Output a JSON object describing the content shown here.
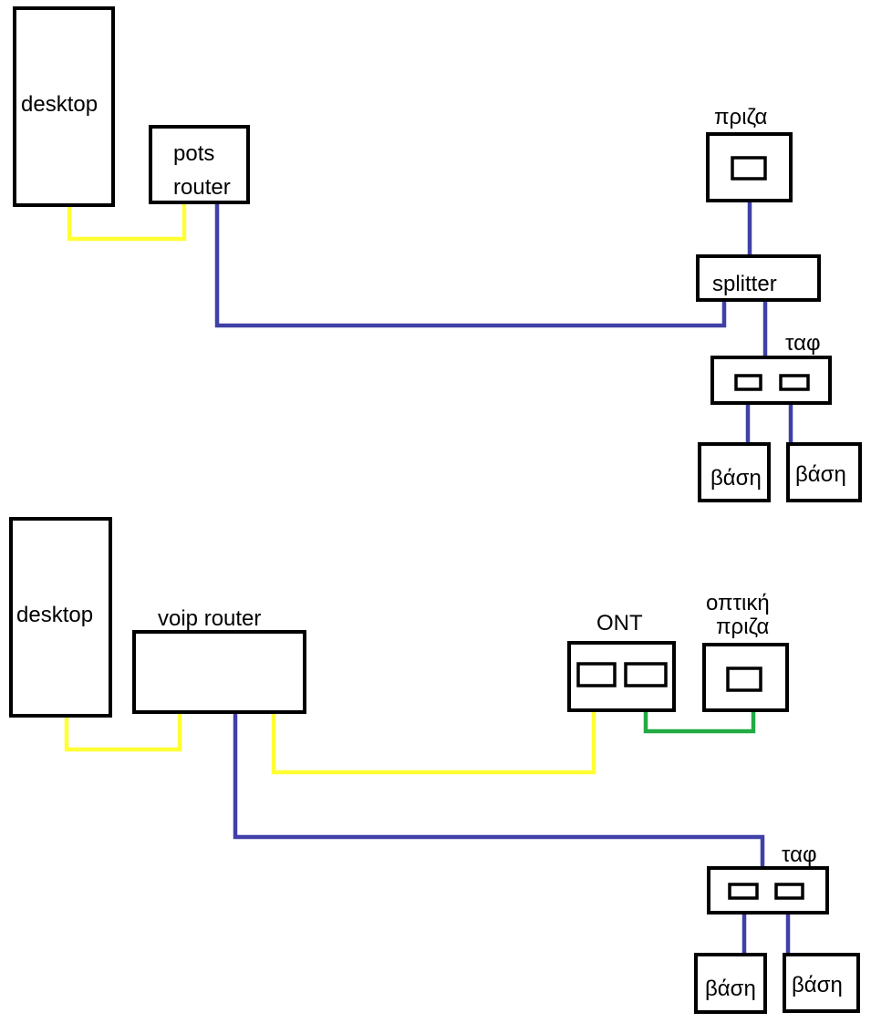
{
  "colors": {
    "ethernet": "#ffff33",
    "phone": "#4040a8",
    "fiber": "#22aa44",
    "outline": "#000000"
  },
  "labels": {
    "top_desktop": "desktop",
    "pots_router_line1": "pots",
    "pots_router_line2": "router",
    "wall_socket": "πριζα",
    "splitter": "splitter",
    "top_taf": "ταφ",
    "top_base_left": "βάση",
    "top_base_right": "βάση",
    "bottom_desktop": "desktop",
    "voip_router": "voip router",
    "ont": "ONT",
    "optical_socket_line1": "οπτική",
    "optical_socket_line2": "πριζα",
    "bottom_taf": "ταφ",
    "bottom_base_left": "βάση",
    "bottom_base_right": "βάση"
  }
}
